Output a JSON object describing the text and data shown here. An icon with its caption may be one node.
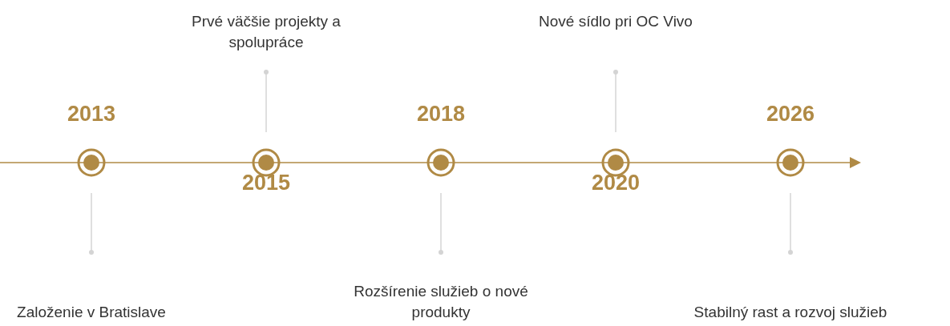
{
  "diagram": {
    "nodes": [
      {
        "text": [],
        "shape": "circle",
        "beside": [
          "2013"
        ]
      },
      {
        "text": [],
        "shape": "circle",
        "beside": [
          "2015"
        ]
      },
      {
        "text": [],
        "shape": "circle",
        "beside": [
          "2018"
        ]
      },
      {
        "text": [],
        "shape": "circle",
        "beside": [
          "2020"
        ]
      },
      {
        "text": [],
        "shape": "circle",
        "beside": [
          "2026"
        ]
      },
      {
        "text": [
          "Prvé väčšie projekty a spolupráce"
        ]
      },
      {
        "text": [
          "Nové sídlo pri OC Vivo"
        ]
      },
      {
        "text": [
          "Založenie v Bratislave"
        ]
      },
      {
        "text": [
          "Rozšírenie služieb o nové produkty"
        ]
      },
      {
        "text": [
          "Stabilný rast a rozvoj služieb"
        ]
      }
    ],
    "edges": [
      {
        "from": 7,
        "to": 0,
        "arrow": "other"
      },
      {
        "from": 5,
        "to": 1,
        "arrow": "other"
      },
      {
        "from": 8,
        "to": 2,
        "arrow": "other"
      },
      {
        "from": 6,
        "to": 3,
        "arrow": "other"
      },
      {
        "from": 9,
        "to": 4,
        "arrow": "other"
      }
    ]
  }
}
